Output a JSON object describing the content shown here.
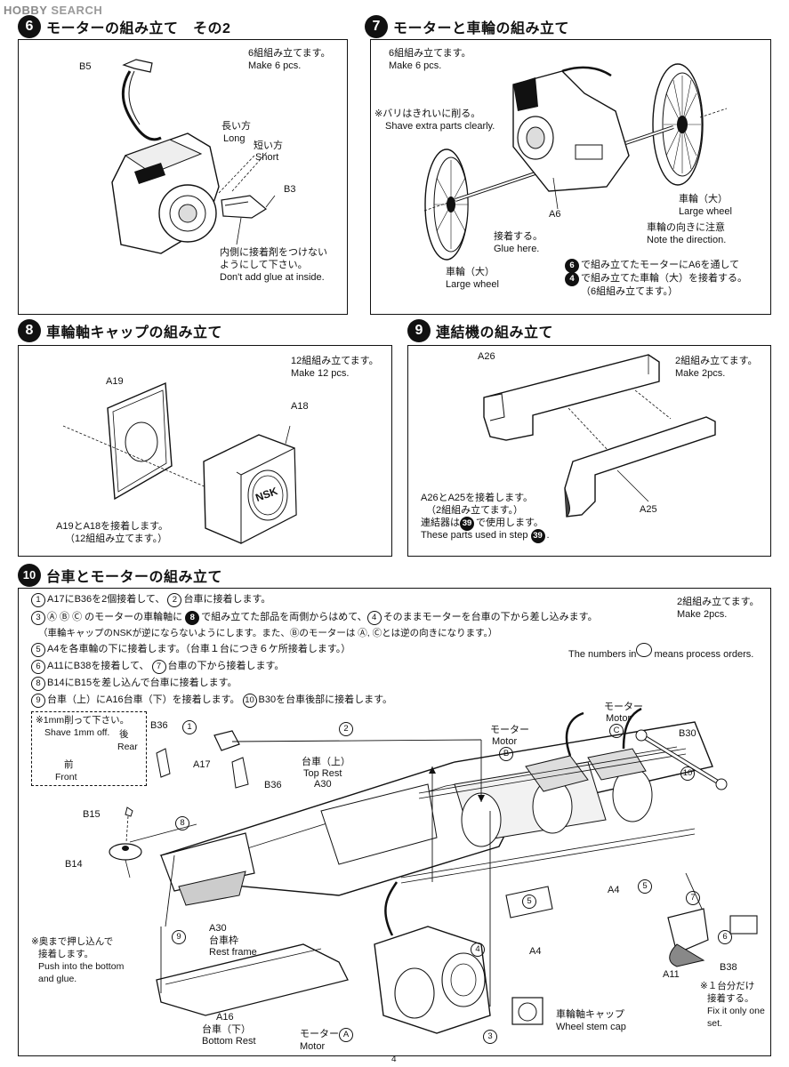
{
  "watermark": {
    "brand_a": "HOBBY",
    "brand_b": " SEARCH"
  },
  "sec6": {
    "num": "6",
    "title": "モーターの組み立て　その2",
    "make_jp": "6組組み立てます。",
    "make_en": "Make 6 pcs.",
    "b5": "B5",
    "b3": "B3",
    "long_jp": "長い方",
    "long_en": "Long",
    "short_jp": "短い方",
    "short_en": "Short",
    "note_jp1": "内側に接着剤をつけない",
    "note_jp2": "ようにして下さい。",
    "note_en": "Don't add glue at inside."
  },
  "sec7": {
    "num": "7",
    "title": "モーターと車輪の組み立て",
    "make_jp": "6組組み立てます。",
    "make_en": "Make 6 pcs.",
    "shave_jp": "※バリはきれいに削る。",
    "shave_en": "Shave extra parts clearly.",
    "a6": "A6",
    "glue_jp": "接着する。",
    "glue_en": "Glue here.",
    "lw_jp": "車輪（大）",
    "lw_en": "Large wheel",
    "lw2_jp": "車輪（大）",
    "lw2_en": "Large wheel",
    "dir_jp": "車輪の向きに注意",
    "dir_en": "Note the direction.",
    "step_a_num": "6",
    "step_a": "で組み立てたモーターにA6を通して",
    "step_b_num": "4",
    "step_b": "で組み立てた車輪（大）を接着する。",
    "step_c": "（6組組み立てます。）"
  },
  "sec8": {
    "num": "8",
    "title": "車輪軸キャップの組み立て",
    "make_jp": "12組組み立てます。",
    "make_en": "Make 12 pcs.",
    "a19": "A19",
    "a18": "A18",
    "nsk": "NSK",
    "note_jp1": "A19とA18を接着します。",
    "note_jp2": "（12組組み立てます。）"
  },
  "sec9": {
    "num": "9",
    "title": "連結機の組み立て",
    "make_jp": "2組組み立てます。",
    "make_en": "Make 2pcs.",
    "a26": "A26",
    "a25": "A25",
    "note_jp1": "A26とA25を接着します。",
    "note_jp2": "（2組組み立てます。）",
    "note_jp3": "連結器は",
    "note_jp3b": "で使用します。",
    "step_ref": "39",
    "note_en": "These parts used in step"
  },
  "sec10": {
    "num": "10",
    "title": "台車とモーターの組み立て",
    "make_jp": "2組組み立てます。",
    "make_en": "Make 2pcs.",
    "legend_en_a": "The numbers in",
    "legend_en_b": "means process orders.",
    "steps": [
      {
        "n": "1",
        "text": "A17にB36を2個接着して、",
        "n2": "2",
        "text2": "台車に接着します。"
      },
      {
        "n": "3",
        "text": "Ⓐ Ⓑ Ⓒ のモーターの車輪軸に",
        "ref": "8",
        "text2": "で組み立てた部品を両側からはめて、",
        "n2": "4",
        "text3": "そのままモーターを台車の下から差し込みます。"
      },
      {
        "text": "（車輪キャップのNSKが逆にならないようにします。また、Ⓑのモーターは Ⓐ, Ⓒとは逆の向きになります。）"
      },
      {
        "n": "5",
        "text": "A4を各車輪の下に接着します。（台車１台につき６ケ所接着します。）"
      },
      {
        "n": "6",
        "text": "A11にB38を接着して、",
        "n2": "7",
        "text2": "台車の下から接着します。"
      },
      {
        "n": "8",
        "text": "B14にB15を差し込んで台車に接着します。"
      },
      {
        "n": "9",
        "text": "台車（上）にA16台車（下）を接着します。",
        "n2": "10",
        "text2": "B30を台車後部に接着します。"
      }
    ],
    "shave_jp": "※1mm削って下さい。",
    "shave_en": "Shave 1mm off.",
    "rear_jp": "後",
    "rear_en": "Rear",
    "front_jp": "前",
    "front_en": "Front",
    "b15": "B15",
    "b14": "B14",
    "b36a": "B36",
    "b36b": "B36",
    "a17": "A17",
    "top_jp": "台車（上）",
    "top_en": "Top Rest",
    "a30a": "A30",
    "motor_b_jp": "モーター",
    "motor_b_en": "Motor",
    "motor_c_jp": "モーター",
    "motor_c_en": "Motor",
    "motor_a_jp": "モーター",
    "motor_a_en": "Motor",
    "b30": "B30",
    "a4a": "A4",
    "a4b": "A4",
    "a30b": "A30",
    "frame_jp": "台車枠",
    "frame_en": "Rest frame",
    "push_jp1": "※奥まで押し込んで",
    "push_jp2": "接着します。",
    "push_en1": "Push into the bottom",
    "push_en2": "and glue.",
    "a16": "A16",
    "bottom_jp": "台車（下）",
    "bottom_en": "Bottom Rest",
    "cap_jp": "車輪軸キャップ",
    "cap_en": "Wheel stem cap",
    "a11": "A11",
    "b38": "B38",
    "fix_jp1": "※１台分だけ",
    "fix_jp2": "接着する。",
    "fix_en1": "Fix it only one",
    "fix_en2": "set.",
    "c1": "1",
    "c2": "2",
    "c3": "3",
    "c4": "4",
    "c5a": "5",
    "c5b": "5",
    "c6": "6",
    "c7": "7",
    "c8": "8",
    "c9": "9",
    "c10": "10",
    "ca": "A",
    "cb": "B",
    "cc": "C"
  },
  "page_number": "4"
}
